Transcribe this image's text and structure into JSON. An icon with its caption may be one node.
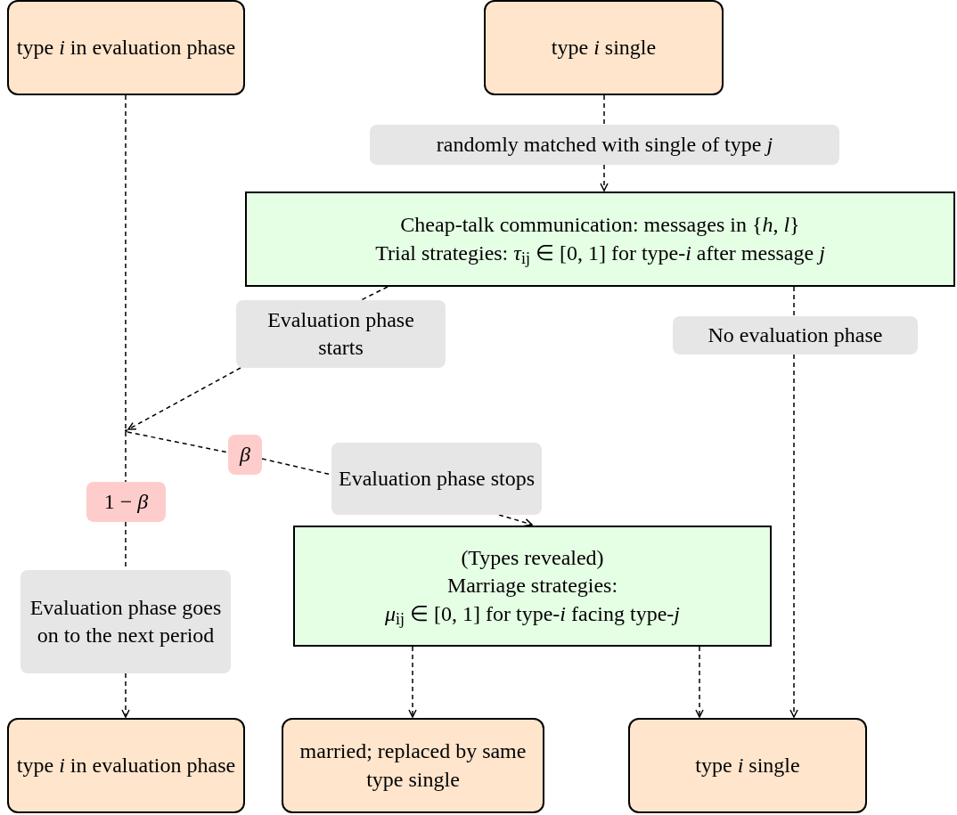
{
  "diagram": {
    "nodes": [
      {
        "text": [
          "type *i* in evaluation phase"
        ]
      },
      {
        "text": [
          "type *i* single"
        ]
      },
      {
        "text": [
          "randomly matched with single of type *j*"
        ]
      },
      {
        "text": [
          "Cheap-talk communication: messages in {*h*, *l*}",
          "Trial strategies: *τ*$_{ij}$ ∈ [0, 1] for type-*i* after message *j*"
        ]
      },
      {
        "text": [
          "Evaluation phase starts"
        ]
      },
      {
        "text": [
          "No evaluation phase"
        ]
      },
      {
        "text": [],
        "shape": "point"
      },
      {
        "text": [
          "*β*"
        ]
      },
      {
        "text": [
          "Evaluation phase stops"
        ]
      },
      {
        "text": [
          "1 − *β*"
        ]
      },
      {
        "text": [
          "Evaluation phase goes on to the next period"
        ]
      },
      {
        "text": [
          "(Types revealed)",
          "Marriage strategies:",
          "*μ*$_{ij}$ ∈ [0, 1] for type-*i* facing type-*j*"
        ]
      },
      {
        "text": [
          "type *i* in evaluation phase"
        ]
      },
      {
        "text": [
          "married; replaced by same type single"
        ]
      },
      {
        "text": [
          "type *i* single"
        ]
      }
    ],
    "edges": [
      {
        "from": 1,
        "to": 2,
        "arrow": "none",
        "style": "dashed"
      },
      {
        "from": 2,
        "to": 3,
        "arrow": "to",
        "style": "dashed"
      },
      {
        "from": 3,
        "to": 4,
        "arrow": "none",
        "style": "dashed"
      },
      {
        "from": 4,
        "to": 6,
        "arrow": "to",
        "style": "dashed"
      },
      {
        "from": 3,
        "to": 5,
        "arrow": "none",
        "style": "dashed"
      },
      {
        "from": 5,
        "to": 14,
        "arrow": "to",
        "style": "dashed"
      },
      {
        "from": 0,
        "to": 6,
        "arrow": "none",
        "style": "dashed"
      },
      {
        "from": 6,
        "to": 7,
        "arrow": "none",
        "style": "dashed"
      },
      {
        "from": 7,
        "to": 8,
        "arrow": "none",
        "style": "dashed"
      },
      {
        "from": 8,
        "to": 11,
        "arrow": "to",
        "style": "dashed"
      },
      {
        "from": 6,
        "to": 9,
        "arrow": "none",
        "style": "dashed"
      },
      {
        "from": 9,
        "to": 10,
        "arrow": "none",
        "style": "dashed"
      },
      {
        "from": 10,
        "to": 12,
        "arrow": "to",
        "style": "dashed"
      },
      {
        "from": 11,
        "to": 13,
        "arrow": "to",
        "style": "dashed"
      },
      {
        "from": 11,
        "to": 14,
        "arrow": "to",
        "style": "dashed"
      }
    ]
  }
}
